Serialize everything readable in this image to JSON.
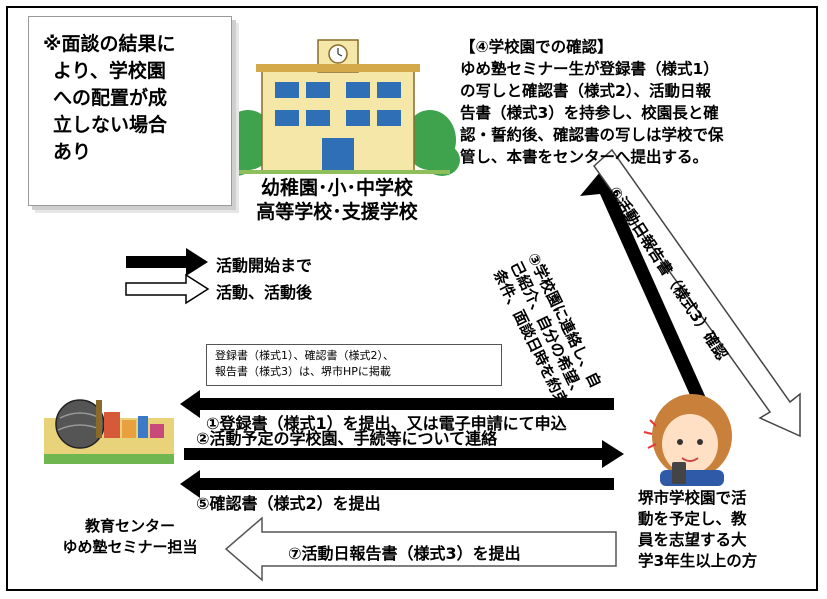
{
  "note": {
    "lines": [
      "※面談の結果に",
      "より、学校園",
      "への配置が成",
      "立しない場合",
      "あり"
    ]
  },
  "school": {
    "label_line1": "幼稚園･小･中学校",
    "label_line2": "高等学校･支援学校"
  },
  "confirm_step": {
    "lines": [
      "【④学校園での確認】",
      "ゆめ塾セミナー生が登録書（様式1）",
      "の写しと確認書（様式2）、活動日報",
      "告書（様式3）を持参し、校園長と確",
      "認・誓約後、確認書の写しは学校で保",
      "管し、本書をセンターへ提出する。"
    ]
  },
  "legend": {
    "black_arrow": "活動開始まで",
    "white_arrow": "活動、活動後"
  },
  "callout": {
    "line1": "登録書（様式1）、確認書（様式2）、",
    "line2": "報告書（様式3）は、堺市HPに掲載"
  },
  "steps": {
    "step1": "①登録書（様式1）を提出、又は電子申請にて申込",
    "step2": "②活動予定の学校園、手続等について連絡",
    "step3_line1": "③学校園に連絡し、自",
    "step3_line2": "己紹介、自分の希望、",
    "step3_line3": "条件、面談日時を約束",
    "step5": "⑤確認書（様式2）を提出",
    "step6": "⑥活動日報告書（様式3）確認",
    "step7": "⑦活動日報告書（様式3）を提出"
  },
  "center": {
    "line1": "教育センター",
    "line2": "ゆめ塾セミナー担当"
  },
  "person": {
    "lines": [
      "堺市学校園で活",
      "動を予定し、教",
      "員を志望する大",
      "学3年生以上の方"
    ]
  },
  "colors": {
    "arrow_black": "#000000",
    "arrow_white": "#ffffff",
    "school_wall": "#f5e7a8",
    "school_roof": "#d4a94a",
    "tree_green": "#3fa34d",
    "window_blue": "#2e6fb5"
  }
}
